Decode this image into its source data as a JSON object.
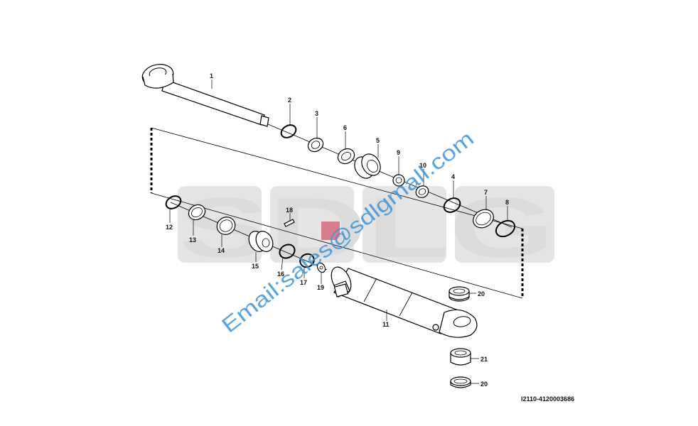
{
  "watermark": {
    "logo_text": "SDLG",
    "email_text": "Email:sales@sdlgmall.com",
    "logo_accent": "#c8102e"
  },
  "drawing_code": "I2110-4120003686",
  "callouts": [
    {
      "id": "c1",
      "label": "1"
    },
    {
      "id": "c2",
      "label": "2"
    },
    {
      "id": "c3",
      "label": "3"
    },
    {
      "id": "c4",
      "label": "4"
    },
    {
      "id": "c5",
      "label": "5"
    },
    {
      "id": "c6",
      "label": "6"
    },
    {
      "id": "c7",
      "label": "7"
    },
    {
      "id": "c8",
      "label": "8"
    },
    {
      "id": "c9",
      "label": "9"
    },
    {
      "id": "c10",
      "label": "10"
    },
    {
      "id": "c11",
      "label": "11"
    },
    {
      "id": "c12",
      "label": "12"
    },
    {
      "id": "c13",
      "label": "13"
    },
    {
      "id": "c14",
      "label": "14"
    },
    {
      "id": "c15",
      "label": "15"
    },
    {
      "id": "c16",
      "label": "16"
    },
    {
      "id": "c17",
      "label": "17"
    },
    {
      "id": "c18",
      "label": "18"
    },
    {
      "id": "c19",
      "label": "19"
    },
    {
      "id": "c20a",
      "label": "20"
    },
    {
      "id": "c21",
      "label": "21"
    },
    {
      "id": "c20b",
      "label": "20"
    }
  ]
}
